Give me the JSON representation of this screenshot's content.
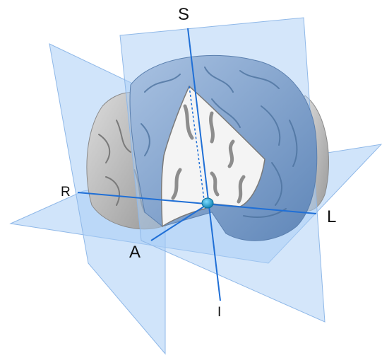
{
  "labels": {
    "superior": "S",
    "inferior": "I",
    "right": "R",
    "left": "L",
    "anterior": "A"
  },
  "colors": {
    "plane_fill": "#a9cdf5",
    "plane_edge": "#8fb8e8",
    "axis_line": "#1f6fd6",
    "brain_gray": "#bdbdbd",
    "brain_blue": "#7ea2cf",
    "white_matter": "#f4f4f4",
    "marker": "#14a6d6"
  }
}
